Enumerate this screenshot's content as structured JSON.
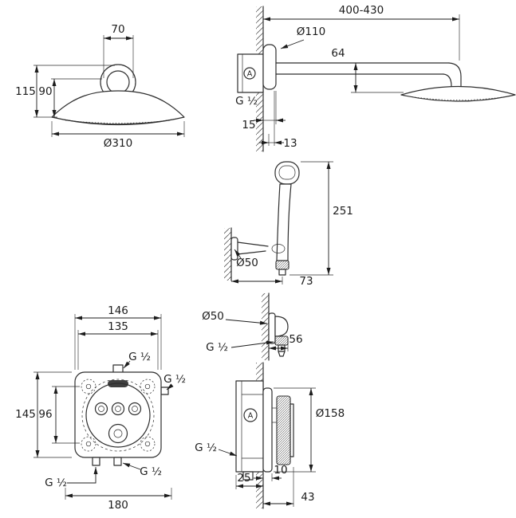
{
  "colors": {
    "ink": "#2e2e2e",
    "background": "#ffffff"
  },
  "views": {
    "head_front": {
      "dim_70": "70",
      "dim_115": "115",
      "dim_90": "90",
      "dim_d310": "Ø310"
    },
    "arm_side": {
      "dim_range": "400-430",
      "dim_d110": "Ø110",
      "dim_64": "64",
      "thread": "G ½",
      "dim_15": "15",
      "dim_13": "13",
      "marker": "A"
    },
    "hand_shower": {
      "dim_251": "251",
      "dim_d50": "Ø50",
      "dim_73": "73"
    },
    "union": {
      "dim_d50": "Ø50",
      "thread": "G ½",
      "dim_56": "56"
    },
    "mixer_front": {
      "dim_146": "146",
      "dim_135": "135",
      "thread_top": "G ½",
      "dim_145": "145",
      "dim_96": "96",
      "thread_right": "G ½",
      "thread_bottom_right": "G ½",
      "thread_bottom_left": "G ½",
      "dim_180": "180"
    },
    "mixer_side": {
      "thread": "G ½",
      "dim_d158": "Ø158",
      "dim_25": "25",
      "dim_10": "10",
      "dim_43": "43",
      "marker": "A"
    }
  }
}
